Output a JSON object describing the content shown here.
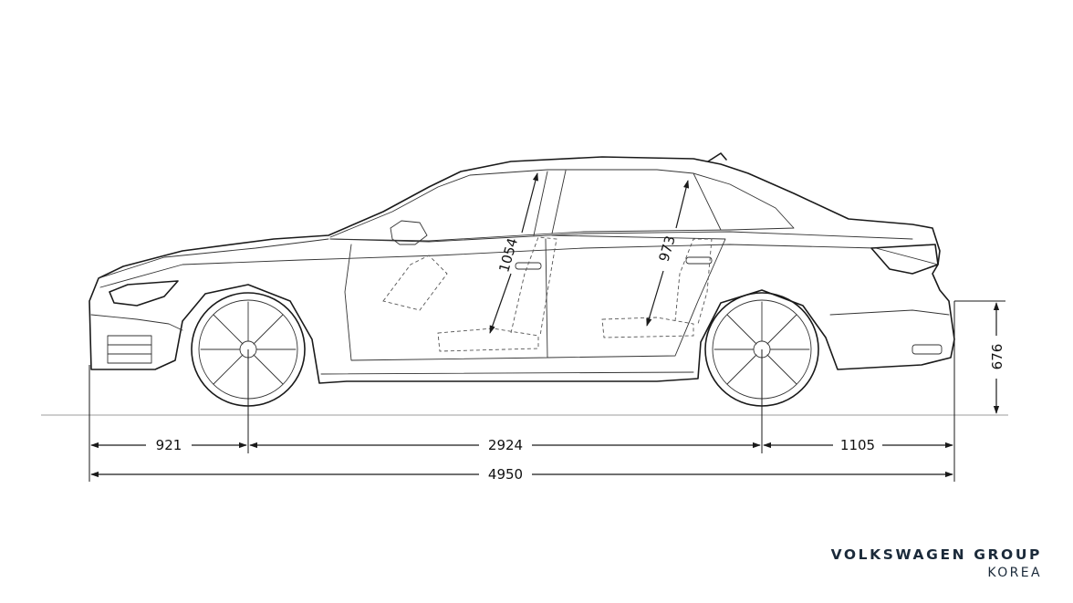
{
  "dimensions": {
    "front_overhang": "921",
    "wheelbase": "2924",
    "rear_overhang": "1105",
    "overall_length": "4950",
    "rear_height": "676",
    "front_headroom": "1054",
    "rear_headroom": "973"
  },
  "brand": {
    "name": "VOLKSWAGEN GROUP",
    "region": "KOREA"
  },
  "colors": {
    "line": "#1a1a1a",
    "ground": "#bdbdbd",
    "brand": "#1b2a3a",
    "background": "#ffffff"
  }
}
